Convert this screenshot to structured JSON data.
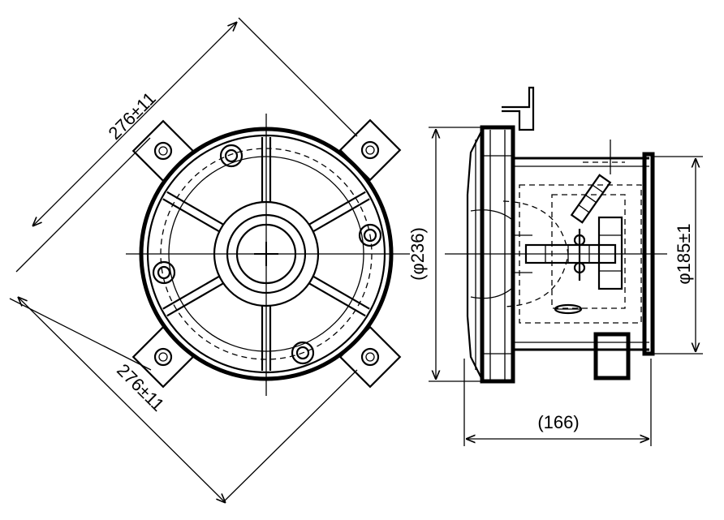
{
  "dimensions": {
    "front_diag_top": "276±11",
    "front_diag_bottom": "276±11",
    "side_outer_diameter": "(φ236)",
    "side_flange_diameter": "φ185±1",
    "side_depth": "(166)"
  },
  "colors": {
    "line": "#000000",
    "background": "#ffffff"
  }
}
